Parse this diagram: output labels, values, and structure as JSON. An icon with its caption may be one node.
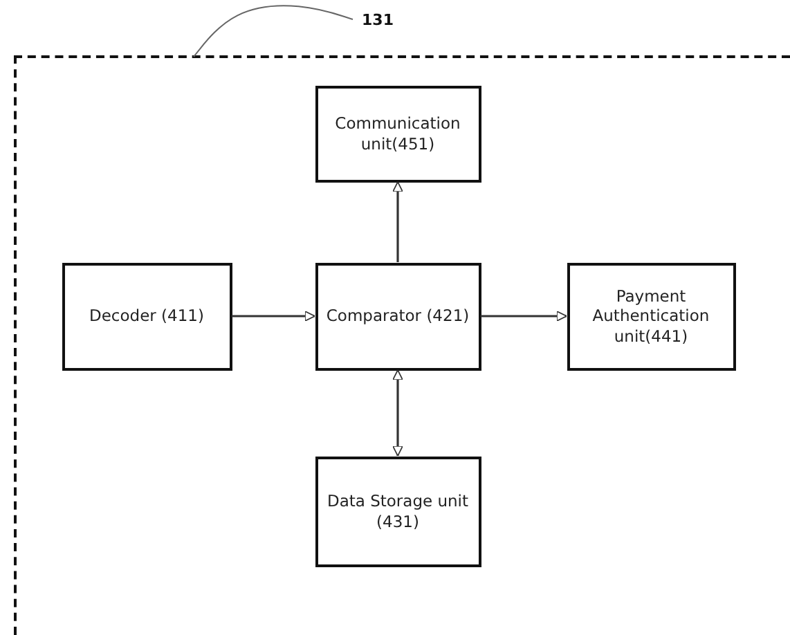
{
  "diagram": {
    "nodes": [
      {
        "text": [],
        "shape": "box"
      },
      {
        "text": [
          "131"
        ]
      },
      {
        "text": [
          "Communication unit(451)"
        ],
        "in": 0
      },
      {
        "text": [
          "Decoder (411)"
        ],
        "in": 0
      },
      {
        "text": [
          "Comparator (421)"
        ],
        "in": 0
      },
      {
        "text": [
          "Payment Authentication unit(441)"
        ],
        "in": 0
      },
      {
        "text": [
          "Data Storage unit (431)"
        ],
        "in": 0
      }
    ],
    "edges": [
      {
        "from": 1,
        "to": 0,
        "arrow": "none"
      },
      {
        "from": 3,
        "to": 4,
        "arrow": "to"
      },
      {
        "from": 4,
        "to": 5,
        "arrow": "to"
      },
      {
        "from": 4,
        "to": 2,
        "arrow": "to"
      },
      {
        "from": 4,
        "to": 6,
        "arrow": "both"
      }
    ]
  }
}
